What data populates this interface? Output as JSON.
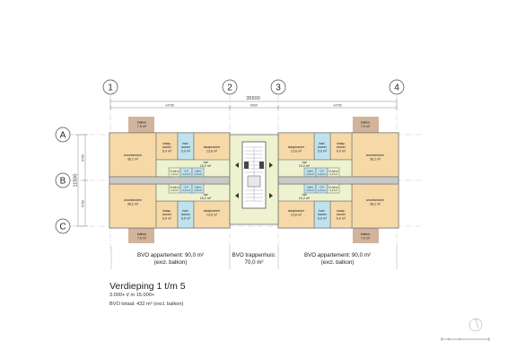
{
  "axes": {
    "columns": [
      "1",
      "2",
      "3",
      "4"
    ],
    "rows": [
      "A",
      "B",
      "C"
    ]
  },
  "dimensions": {
    "total": "35500",
    "segments": [
      "14750",
      "6000",
      "14750"
    ],
    "rows": [
      "5750",
      "5750"
    ],
    "total_depth": "11500"
  },
  "rooms": {
    "balkon": "balkon",
    "balkon_area": "7,5 m²",
    "woonkeuken": "woonkeuken",
    "woonkeuken_area": "36,2 m²",
    "slaapkamer": "slaapkamer",
    "slaapkamer_big_area": "13,6 m²",
    "slaap": "slaap-",
    "kamer": "kamer",
    "slaapkamer_small_area": "6,9 m²",
    "bad": "bad-",
    "badkamer_area": "5,9 m²",
    "hal": "hal",
    "hal_area": "10,2 m²",
    "berging": "berging",
    "berging_area": "1,6 m²",
    "cv": "CV",
    "cv_area": "1,2 m²",
    "toilet": "toilet",
    "toilet_area": "1,6 m²"
  },
  "captions": {
    "left_line1": "BVO appartement: 90,0 m²",
    "left_line2": "(excl. balkon)",
    "middle_line1": "BVO trappenhuis:",
    "middle_line2": "70,0 m²",
    "right_line1": "BVO appartement: 90,0 m²",
    "right_line2": "(excl. balkon)"
  },
  "title": "Verdieping 1 t/m 5",
  "subtitle": "3.000+ t/ m 15.000+",
  "total": "BVO totaal: 432 m² (excl. balkon)",
  "colors": {
    "living": "#f7d9a8",
    "wet": "#bfe3ee",
    "circulation": "#eef2cf",
    "balcony": "#d2b49c",
    "wall": "#6f6f6f"
  }
}
